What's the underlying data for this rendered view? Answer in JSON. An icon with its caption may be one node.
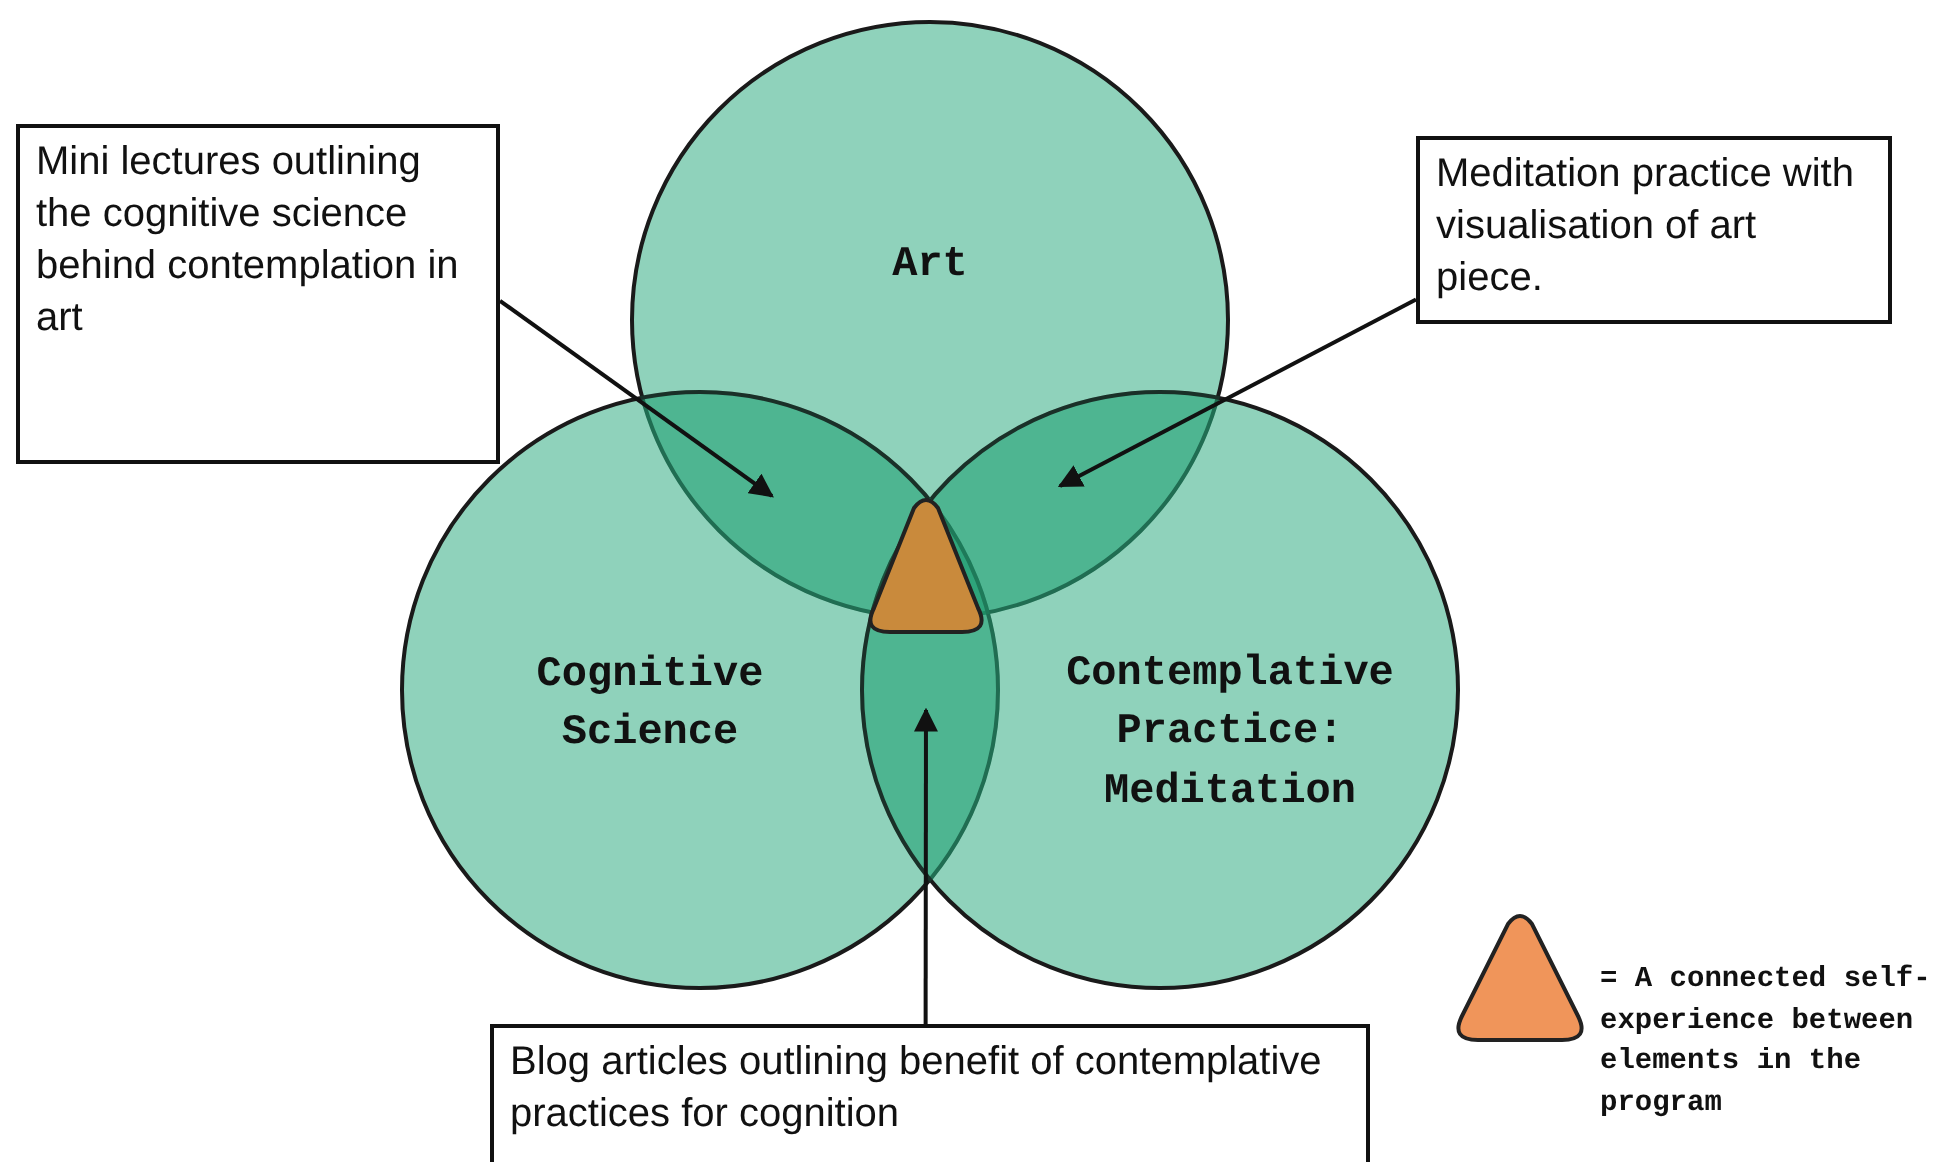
{
  "diagram": {
    "nodes": [
      {
        "text": [
          "Art"
        ]
      },
      {
        "text": [
          "Cognitive Science"
        ]
      },
      {
        "text": [
          "Contemplative Practice: Meditation"
        ]
      },
      {
        "text": [
          "Mini lectures outlining the cognitive science behind contemplation in art"
        ]
      },
      {
        "text": [
          "Meditation practice with visualisation of art piece."
        ]
      },
      {
        "text": [
          "Blog articles outlining benefit of contemplative practices for cognition"
        ]
      },
      {
        "text": [],
        "shape": "lens"
      },
      {
        "text": [],
        "shape": "lens"
      },
      {
        "text": [],
        "shape": "lens"
      }
    ],
    "edges": [
      {
        "from": 3,
        "to": 6,
        "arrow": "to"
      },
      {
        "from": 4,
        "to": 7,
        "arrow": "to"
      },
      {
        "from": 5,
        "to": 8,
        "arrow": "to"
      }
    ],
    "legend": [
      {
        "text": "= A connected self-experience between elements in the program"
      }
    ]
  }
}
